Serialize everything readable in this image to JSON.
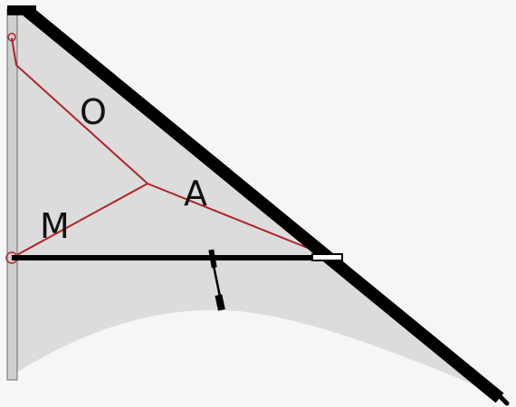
{
  "labels": {
    "o": "O",
    "a": "A",
    "m": "M"
  },
  "colors": {
    "background": "#f6f6f6",
    "sail_fill": "#dcdcdc",
    "spar": "#000000",
    "mast": "#cfcfcf",
    "rope": "#b0242a"
  }
}
